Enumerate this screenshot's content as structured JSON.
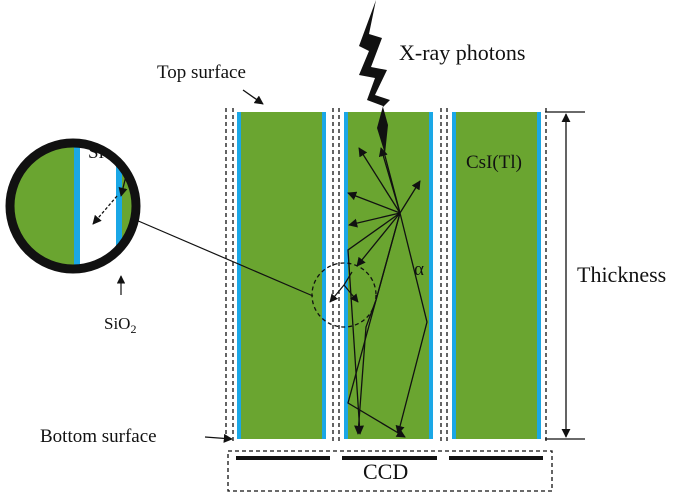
{
  "labels": {
    "xray": "X-ray photons",
    "top_surface": "Top surface",
    "bottom_surface": "Bottom surface",
    "thickness": "Thickness",
    "csi": "CsI(Tl)",
    "si": "Si",
    "sio2_main": "SiO",
    "sio2_sub": "2",
    "ccd": "CCD",
    "alpha": "α"
  },
  "colors": {
    "scintillator": "#6aa530",
    "oxide": "#1aa7e6",
    "silicon": "#ffffff",
    "outline": "#111111"
  }
}
